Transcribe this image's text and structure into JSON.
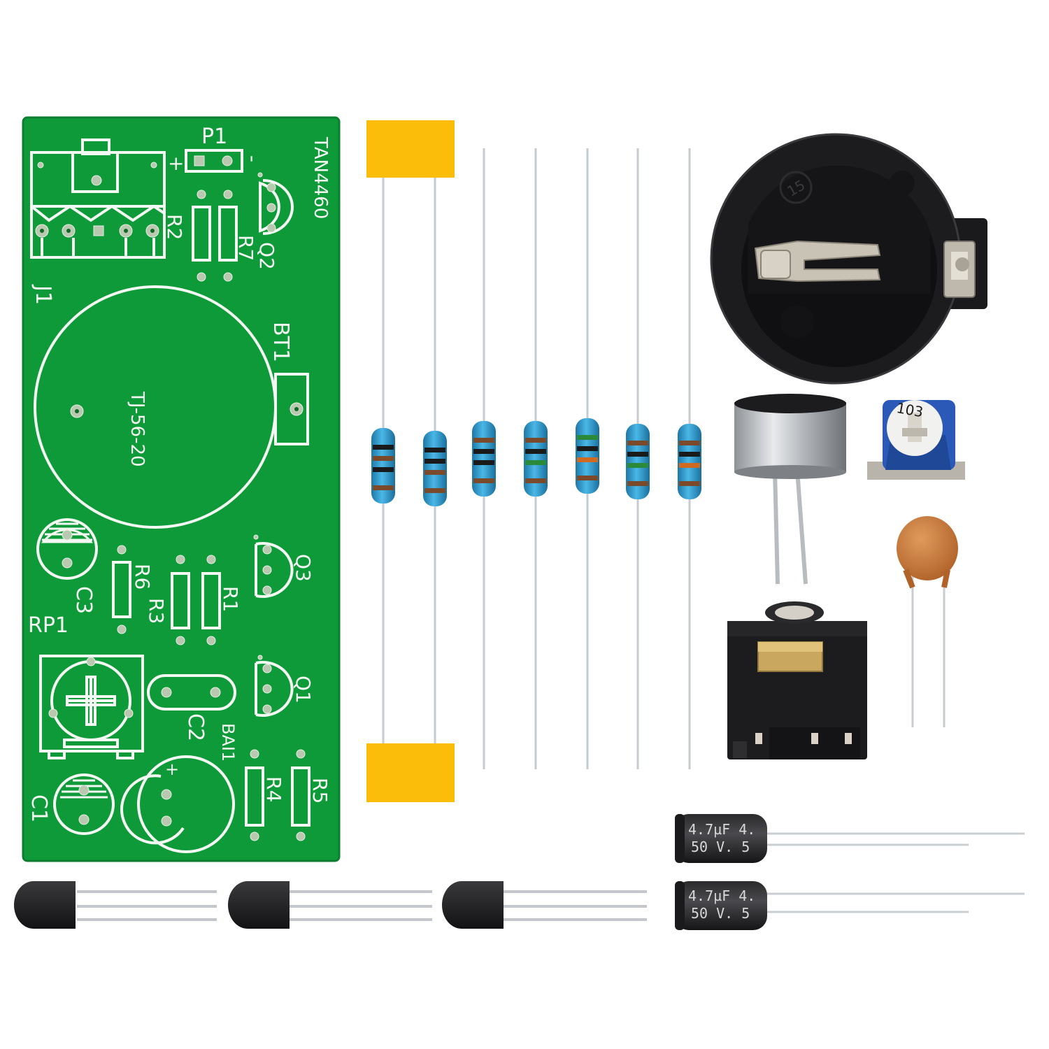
{
  "pcb": {
    "board_id": "TAN4460",
    "mic_footprint": "TJ-56-20",
    "labels": {
      "j1": "J1",
      "p1": "P1",
      "plus": "+",
      "minus": "-",
      "r1": "R1",
      "r2": "R2",
      "r3": "R3",
      "r4": "R4",
      "r5": "R5",
      "r6": "R6",
      "r7": "R7",
      "q1": "Q1",
      "q2": "Q2",
      "q3": "Q3",
      "bt1": "BT1",
      "rp1": "RP1",
      "c1": "C1",
      "c2": "C2",
      "c3": "C3",
      "bai1": "BAI1"
    }
  },
  "parts": {
    "cap_text_line1": "4.7µF 4.",
    "cap_text_line2": "50 V. 5",
    "cap_text_line1b": "4.7µF 4.",
    "cap_text_line2b": "50 V. 5",
    "trimmer_code": "103",
    "holder_mark": "15"
  },
  "colors": {
    "pcb_green": "#0f9a3a",
    "tape_yellow": "#fbbd0a",
    "resistor_blue": "#2a9ed4",
    "battery_holder": "#1c1c1e",
    "ceramic_cap": "#c9743a"
  }
}
